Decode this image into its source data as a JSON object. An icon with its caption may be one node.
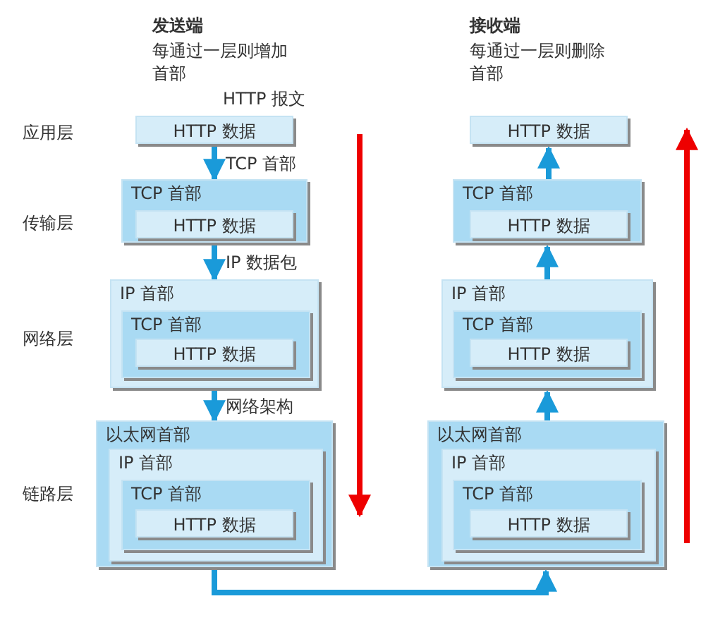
{
  "diagram": {
    "nodes": [
      {
        "text": [
          "HTTP 数据"
        ],
        "beside": [
          "HTTP 报文"
        ]
      },
      {
        "text": [
          "TCP 首部"
        ]
      },
      {
        "text": [
          "HTTP 数据"
        ],
        "in": 1
      },
      {
        "text": [
          "IP 首部"
        ]
      },
      {
        "text": [
          "TCP 首部"
        ],
        "in": 3
      },
      {
        "text": [
          "HTTP 数据"
        ],
        "in": 4
      },
      {
        "text": [
          "以太网首部"
        ]
      },
      {
        "text": [
          "IP 首部"
        ],
        "in": 6
      },
      {
        "text": [
          "TCP 首部"
        ],
        "in": 7
      },
      {
        "text": [
          "HTTP 数据"
        ],
        "in": 8
      },
      {
        "text": [
          "HTTP 数据"
        ]
      },
      {
        "text": [
          "TCP 首部"
        ]
      },
      {
        "text": [
          "HTTP 数据"
        ],
        "in": 11
      },
      {
        "text": [
          "IP 首部"
        ]
      },
      {
        "text": [
          "TCP 首部"
        ],
        "in": 13
      },
      {
        "text": [
          "HTTP 数据"
        ],
        "in": 14
      },
      {
        "text": [
          "以太网首部"
        ]
      },
      {
        "text": [
          "IP 首部"
        ],
        "in": 16
      },
      {
        "text": [
          "TCP 首部"
        ],
        "in": 17
      },
      {
        "text": [
          "HTTP 数据"
        ],
        "in": 18
      }
    ],
    "edges": [
      {
        "from": 0,
        "to": 1,
        "arrow": "to",
        "label": "TCP 首部"
      },
      {
        "from": 1,
        "to": 3,
        "arrow": "to",
        "label": "IP 数据包"
      },
      {
        "from": 3,
        "to": 6,
        "arrow": "to",
        "label": "网络架构"
      },
      {
        "from": 6,
        "to": 16,
        "arrow": "to"
      },
      {
        "from": 16,
        "to": 13,
        "arrow": "to"
      },
      {
        "from": 13,
        "to": 11,
        "arrow": "to"
      },
      {
        "from": 11,
        "to": 10,
        "arrow": "to"
      }
    ],
    "labels": [
      "发送端",
      "每通过一层则增加首部",
      "接收端",
      "每通过一层则删除首部",
      "应用层",
      "传输层",
      "网络层",
      "链路层"
    ]
  }
}
